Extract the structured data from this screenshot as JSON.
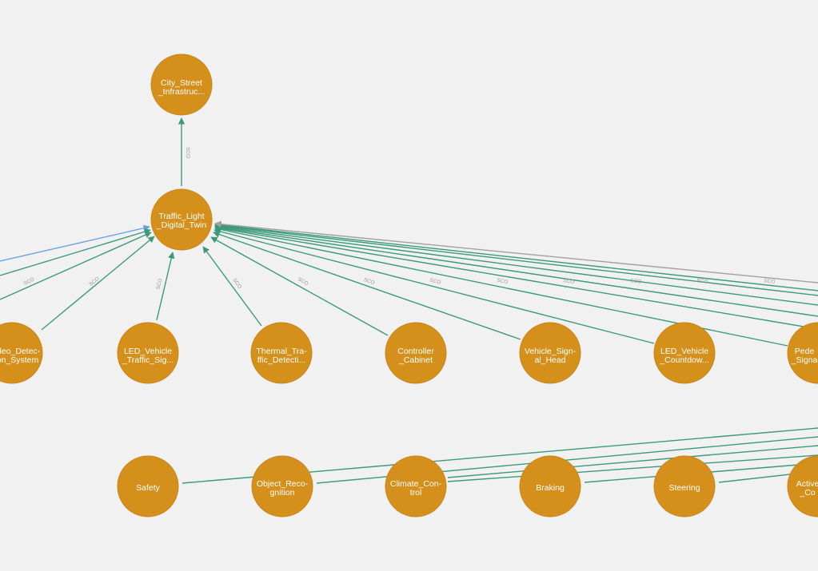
{
  "graph": {
    "colors": {
      "background": "#f1f1f1",
      "node_fill": "#d4901a",
      "node_text": "#ffffff",
      "edge_primary": "#3a9a7a",
      "edge_highlight": "#6aa0e0",
      "edge_muted": "#a0a0a0",
      "edge_label": "#9a9a9a"
    },
    "edge_label": "SCO",
    "nodes": {
      "city_street": [
        "City_Street",
        "_Infrastruc..."
      ],
      "traffic_light": [
        "Traffic_Light",
        "_Digital_Twin"
      ],
      "video_detection": [
        "ideo_Detec-",
        "on_System"
      ],
      "led_vehicle_traffic": [
        "LED_Vehicle",
        "_Traffic_Sig..."
      ],
      "thermal_traffic": [
        "Thermal_Tra-",
        "ffic_Detecti..."
      ],
      "controller_cabinet": [
        "Controller",
        "_Cabinet"
      ],
      "vehicle_signal_head": [
        "Vehicle_Sign-",
        "al_Head"
      ],
      "led_vehicle_countdown": [
        "LED_Vehicle",
        "_Countdow..."
      ],
      "pedestrian_signal": [
        "Pede",
        "_Signa"
      ],
      "safety": [
        "Safety"
      ],
      "object_recognition": [
        "Object_Reco-",
        "gnition"
      ],
      "climate_control": [
        "Climate_Con-",
        "trol"
      ],
      "braking": [
        "Braking"
      ],
      "steering": [
        "Steering"
      ],
      "active": [
        "Active",
        "_Co"
      ]
    }
  }
}
